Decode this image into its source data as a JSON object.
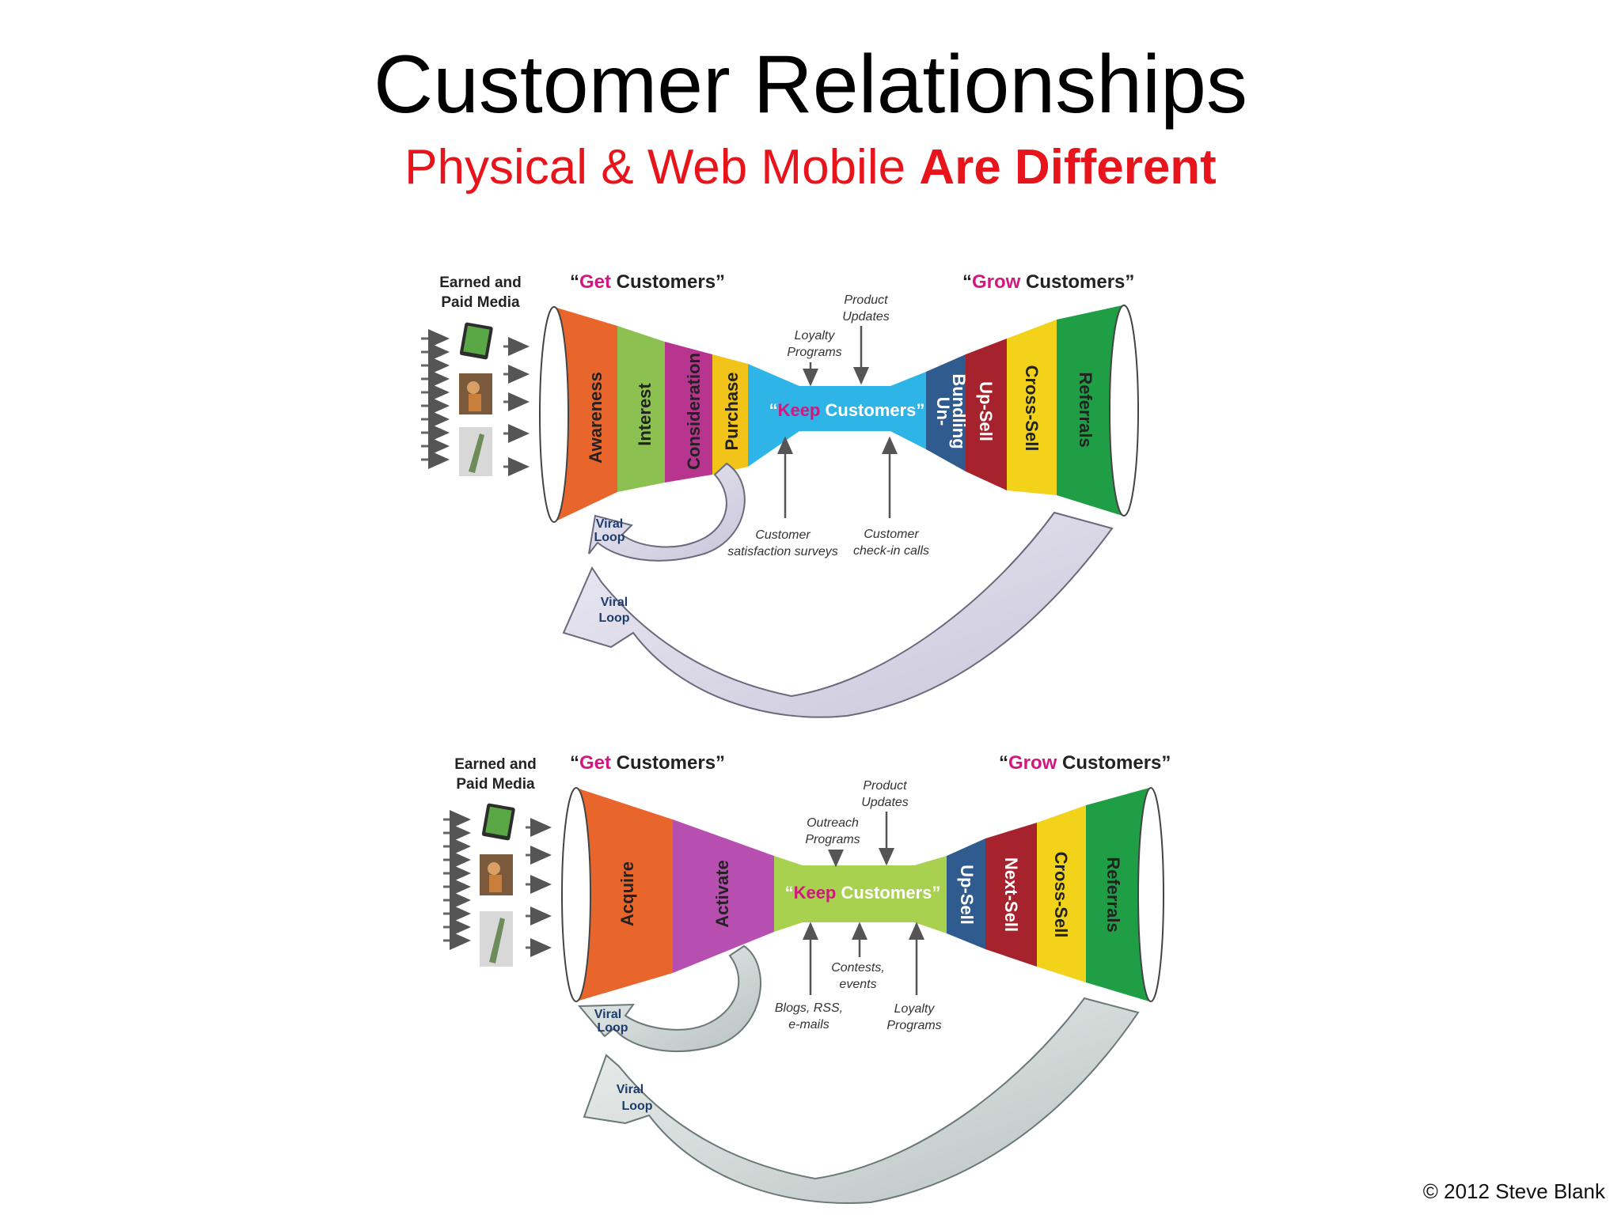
{
  "title": "Customer Relationships",
  "subtitle": {
    "normal": "Physical & Web Mobile",
    "bold": "Are Different"
  },
  "copyright": "© 2012 Steve Blank",
  "diagrams": [
    {
      "media_label": [
        "Earned and",
        "Paid Media"
      ],
      "get_header": {
        "open": "“",
        "accent": "Get",
        "rest": " Customers”"
      },
      "grow_header": {
        "open": "“",
        "accent": "Grow",
        "rest": " Customers”"
      },
      "get_stages": [
        "Awareness",
        "Interest",
        "Consideration",
        "Purchase"
      ],
      "keep": {
        "open": "“",
        "accent": "Keep",
        "rest": " Customers”"
      },
      "grow_stages": [
        "Un-",
        "Bundling",
        "Up-Sell",
        "Cross-Sell",
        "Referrals"
      ],
      "annotations": {
        "top_left": [
          "Loyalty",
          "Programs"
        ],
        "top_right": [
          "Product",
          "Updates"
        ],
        "bottom_left": [
          "Customer",
          "satisfaction surveys"
        ],
        "bottom_right": [
          "Customer",
          "check-in calls"
        ]
      },
      "viral_small": [
        "Viral",
        "Loop"
      ],
      "viral_large": [
        "Viral",
        "Loop"
      ]
    },
    {
      "media_label": [
        "Earned and",
        "Paid Media"
      ],
      "get_header": {
        "open": "“",
        "accent": "Get",
        "rest": " Customers”"
      },
      "grow_header": {
        "open": "“",
        "accent": "Grow",
        "rest": " Customers”"
      },
      "get_stages": [
        "Acquire",
        "Activate"
      ],
      "keep": {
        "open": "“",
        "accent": "Keep",
        "rest": " Customers”"
      },
      "grow_stages": [
        "Up-Sell",
        "Next-Sell",
        "Cross-Sell",
        "Referrals"
      ],
      "annotations": {
        "top_left": [
          "Outreach",
          "Programs"
        ],
        "top_right": [
          "Product",
          "Updates"
        ],
        "bottom_left": [
          "Blogs, RSS,",
          "e-mails"
        ],
        "bottom_mid": [
          "Contests,",
          "events"
        ],
        "bottom_right": [
          "Loyalty",
          "Programs"
        ]
      },
      "viral_small": [
        "Viral",
        "Loop"
      ],
      "viral_large": [
        "Viral",
        "Loop"
      ]
    }
  ],
  "colors": {
    "awareness": "#e8662c",
    "interest": "#8cc152",
    "consideration": "#b7348f",
    "purchase": "#f2c318",
    "keep1": "#2eb4e6",
    "unbundling": "#2f5b8e",
    "upsell": "#a6232e",
    "crosssell": "#f3d21a",
    "referrals": "#1f9e45",
    "acquire": "#e8662c",
    "activate": "#b64fb0",
    "keep2": "#a7d14f",
    "upsell2": "#2f5b8e",
    "nextsell": "#a6232e",
    "accent": "#d2177f",
    "title_red": "#e8141b"
  }
}
